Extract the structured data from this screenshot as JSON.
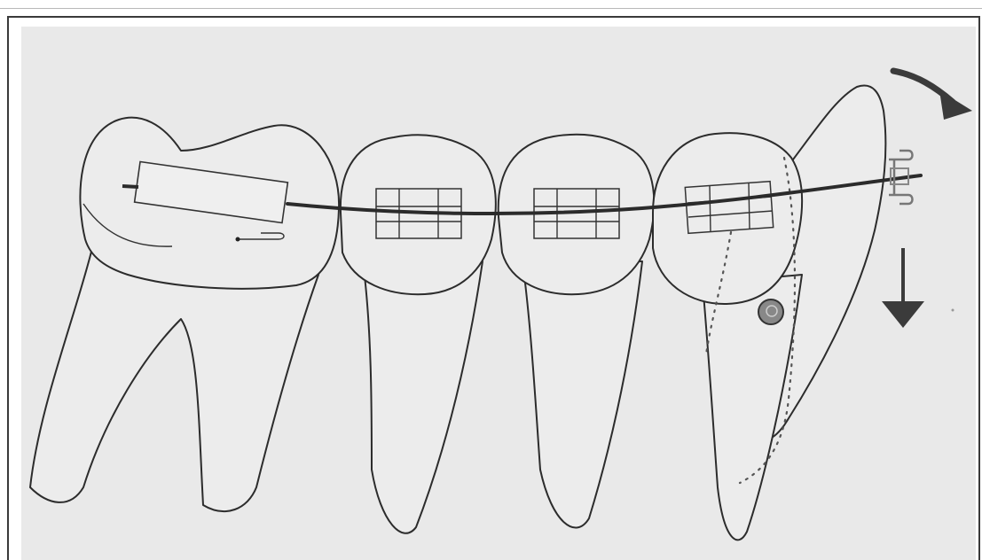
{
  "figure": {
    "teeth": [
      "molar",
      "premolar-1",
      "premolar-2",
      "canine",
      "lateral-incisor"
    ],
    "arrows": [
      {
        "name": "curved-rotation-arrow",
        "direction": "clockwise"
      },
      {
        "name": "down-arrow",
        "direction": "down"
      }
    ],
    "colors": {
      "background": "#e9e9e9",
      "outline": "#2c2c2c",
      "wire": "#2b2b2b",
      "arrow": "#3b3b3b"
    }
  }
}
